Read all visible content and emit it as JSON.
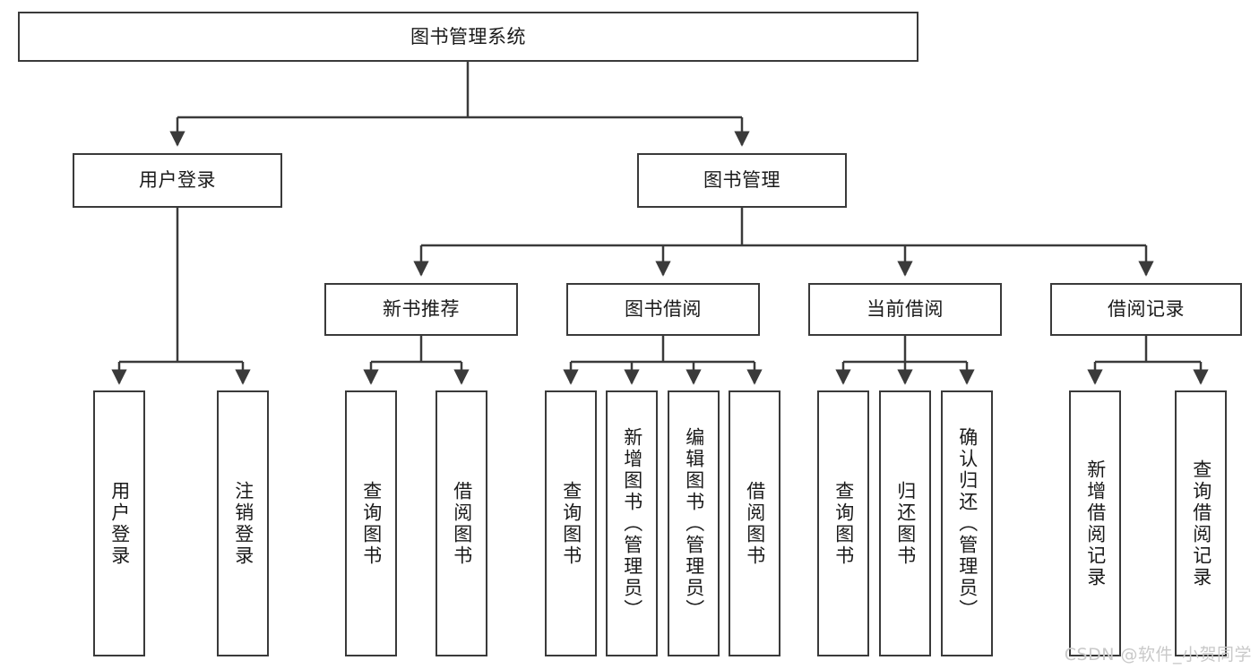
{
  "diagram": {
    "title": "图书管理系统",
    "type": "functional-structure-tree",
    "root": {
      "label": "图书管理系统"
    },
    "level1": [
      {
        "label": "用户登录"
      },
      {
        "label": "图书管理"
      }
    ],
    "level2": [
      {
        "label": "新书推荐"
      },
      {
        "label": "图书借阅"
      },
      {
        "label": "当前借阅"
      },
      {
        "label": "借阅记录"
      }
    ],
    "leaves": {
      "user_login": [
        {
          "label": "用户登录"
        },
        {
          "label": "注销登录"
        }
      ],
      "new_book_recommend": [
        {
          "label": "查询图书"
        },
        {
          "label": "借阅图书"
        }
      ],
      "book_borrow": [
        {
          "label": "查询图书"
        },
        {
          "label": "新增图书（管理员）"
        },
        {
          "label": "编辑图书（管理员）"
        },
        {
          "label": "借阅图书"
        }
      ],
      "current_borrow": [
        {
          "label": "查询图书"
        },
        {
          "label": "归还图书"
        },
        {
          "label": "确认归还（管理员）"
        }
      ],
      "borrow_record": [
        {
          "label": "新增借阅记录"
        },
        {
          "label": "查询借阅记录"
        }
      ]
    }
  },
  "watermark": {
    "text": "CSDN @软件_小贺同学"
  },
  "colors": {
    "box_border": "#3a3a3a",
    "line": "#3a3a3a",
    "background": "#ffffff",
    "text": "#1a1a1a",
    "watermark": "#c9c9c9"
  }
}
